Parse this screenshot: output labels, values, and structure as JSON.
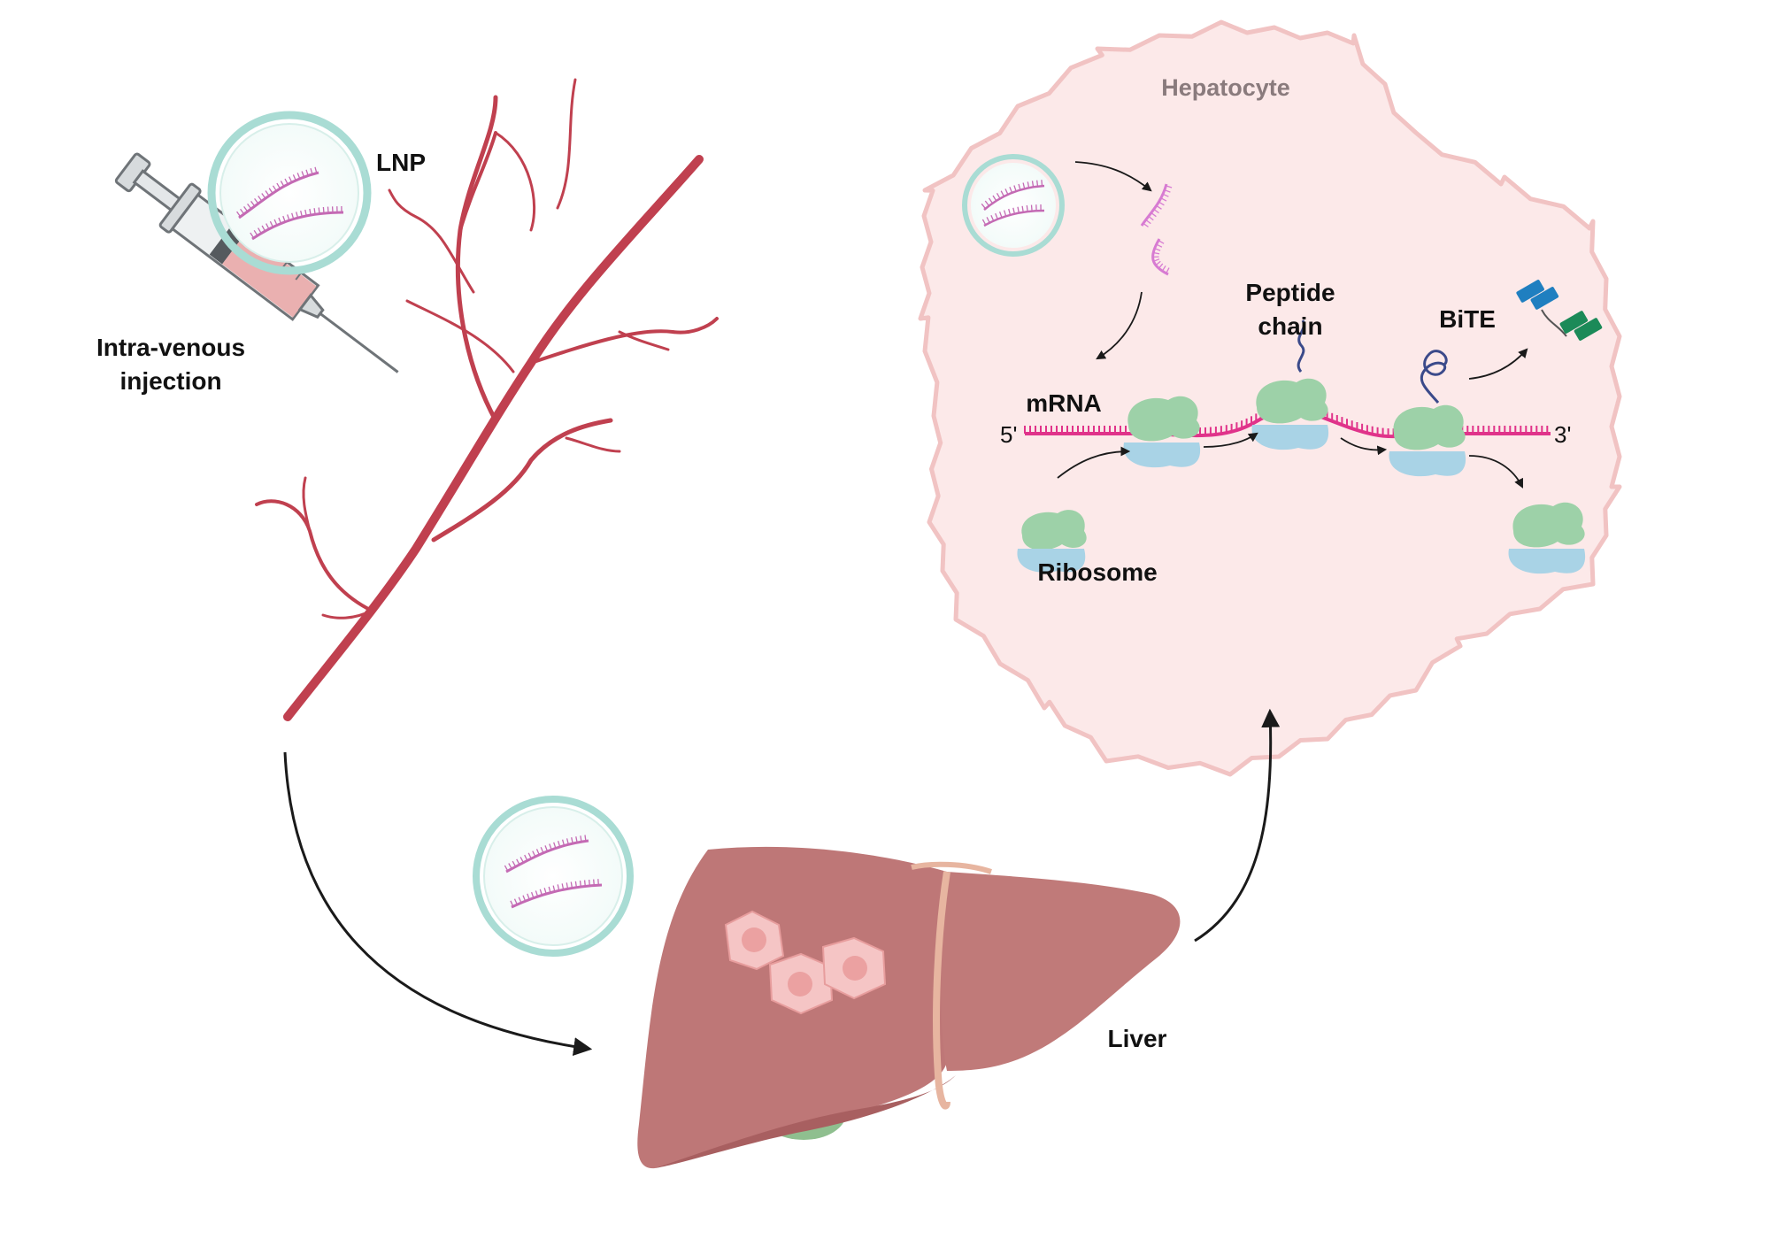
{
  "labels": {
    "lnp": "LNP",
    "injection_line1": "Intra-venous",
    "injection_line2": "injection",
    "hepatocyte": "Hepatocyte",
    "peptide_line1": "Peptide",
    "peptide_line2": "chain",
    "bite": "BiTE",
    "mrna": "mRNA",
    "five_prime": "5'",
    "three_prime": "3'",
    "ribosome": "Ribosome",
    "liver": "Liver"
  },
  "colors": {
    "vessel": "#c0404f",
    "cell_fill": "#fce9e9",
    "cell_stroke": "#f1c3c3",
    "lnp_ring": "#a9dcd4",
    "mrna": "#e0338a",
    "mrna_payload": "#c46ab4",
    "ribosome_large": "#9dd1a8",
    "ribosome_small": "#a9d3e6",
    "liver": "#be7777",
    "liver_dark": "#a85f60",
    "tumor": "#f5c5c5",
    "gallbladder": "#8fbf8f",
    "arrow": "#1a1a1a",
    "bite_blue": "#1f7fc0",
    "bite_green": "#1b8a58",
    "peptide": "#3b4a8a"
  }
}
